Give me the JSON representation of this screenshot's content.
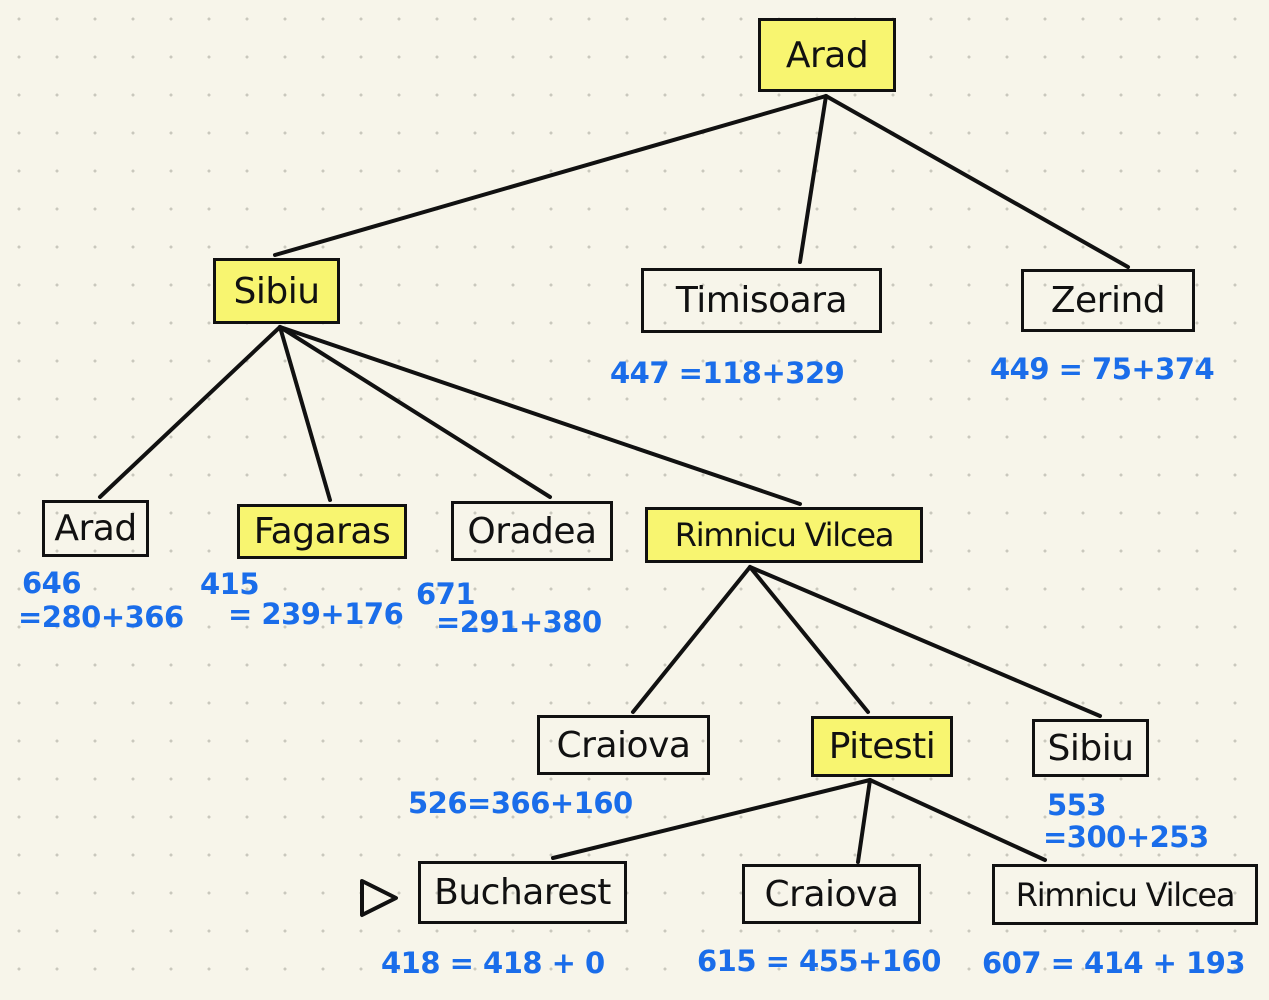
{
  "highlight_color": "#f8f570",
  "cost_color": "#1a6dea",
  "line_color": "#111111",
  "nodes": {
    "arad_root": {
      "label": "Arad"
    },
    "sibiu": {
      "label": "Sibiu"
    },
    "timisoara": {
      "label": "Timisoara",
      "cost": "447 =118+329"
    },
    "zerind": {
      "label": "Zerind",
      "cost": "449 = 75+374"
    },
    "arad_2": {
      "label": "Arad",
      "cost_value": "646",
      "cost_formula": "=280+366"
    },
    "fagaras": {
      "label": "Fagaras",
      "cost_value": "415",
      "cost_formula": "= 239+176"
    },
    "oradea": {
      "label": "Oradea",
      "cost_value": "671",
      "cost_formula": "=291+380"
    },
    "rimnicu_vilcea": {
      "label": "Rimnicu Vilcea"
    },
    "craiova": {
      "label": "Craiova",
      "cost": "526=366+160"
    },
    "pitesti": {
      "label": "Pitesti"
    },
    "sibiu_2": {
      "label": "Sibiu",
      "cost_value": "553",
      "cost_formula": "=300+253"
    },
    "bucharest": {
      "label": "Bucharest",
      "cost": "418 = 418 + 0"
    },
    "craiova_2": {
      "label": "Craiova",
      "cost": "615 = 455+160"
    },
    "rimnicu_vilcea_2": {
      "label": "Rimnicu Vilcea",
      "cost": "607 = 414 + 193"
    }
  },
  "goal_marker_icon": "triangle-outline-icon"
}
